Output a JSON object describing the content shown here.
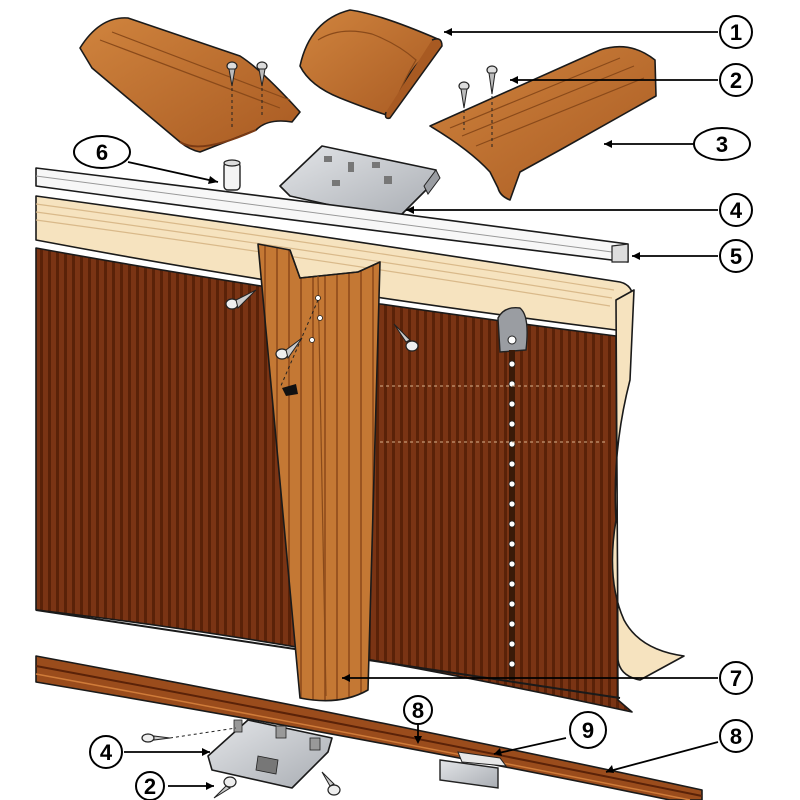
{
  "callouts": [
    {
      "id": "c1",
      "label": "1",
      "shape": "circle"
    },
    {
      "id": "c2",
      "label": "2",
      "shape": "circle"
    },
    {
      "id": "c3",
      "label": "3",
      "shape": "ellipse"
    },
    {
      "id": "c4",
      "label": "4",
      "shape": "circle"
    },
    {
      "id": "c5",
      "label": "5",
      "shape": "circle"
    },
    {
      "id": "c6",
      "label": "6",
      "shape": "ellipse"
    },
    {
      "id": "c7",
      "label": "7",
      "shape": "circle"
    },
    {
      "id": "c8a",
      "label": "8",
      "shape": "circle"
    },
    {
      "id": "c9",
      "label": "9",
      "shape": "circle"
    },
    {
      "id": "c8b",
      "label": "8",
      "shape": "circle"
    },
    {
      "id": "c4b",
      "label": "4",
      "shape": "circle"
    },
    {
      "id": "c2b",
      "label": "2",
      "shape": "circle"
    }
  ],
  "colors": {
    "wood": "#b8662a",
    "wood_dark": "#7a3a14",
    "wall_dark": "#6b2c10",
    "liner": "#f6e3bf",
    "rail_white": "#f7f7f7",
    "metal": "#c9cbcf"
  }
}
